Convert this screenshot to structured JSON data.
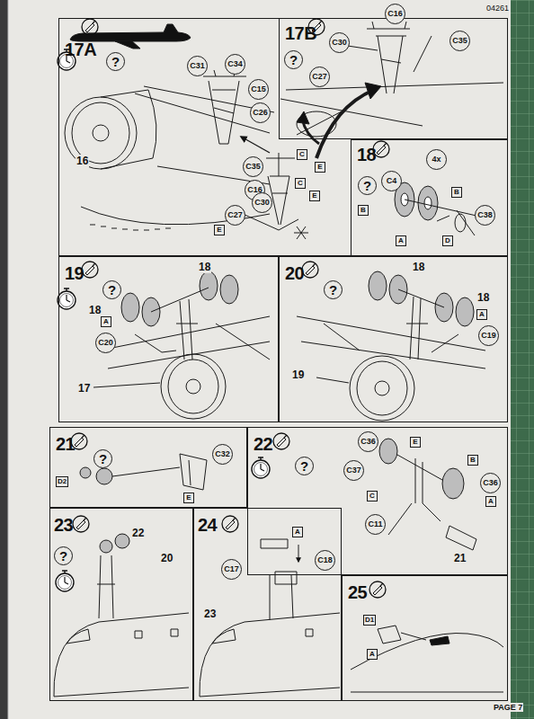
{
  "diagram": {
    "nodes": [
      {
        "text": [
          "17A"
        ]
      },
      {
        "text": [
          "17B"
        ]
      },
      {
        "text": [
          "18"
        ]
      },
      {
        "text": [
          "19"
        ]
      },
      {
        "text": [
          "20"
        ]
      },
      {
        "text": [
          "21"
        ]
      },
      {
        "text": [
          "22"
        ]
      },
      {
        "text": [
          "23"
        ]
      },
      {
        "text": [
          "24"
        ]
      },
      {
        "text": [
          "25"
        ]
      }
    ],
    "labels": [
      "04261",
      "?",
      "C31",
      "C34",
      "C15",
      "C26",
      "16",
      "C35",
      "C",
      "E",
      "C16",
      "C",
      "E",
      "C30",
      "C27",
      "E",
      "?",
      "C30",
      "C16",
      "C35",
      "C27",
      "4x",
      "?",
      "C4",
      "B",
      "B",
      "C38",
      "A",
      "D",
      "?",
      "18",
      "18",
      "A",
      "C20",
      "17",
      "?",
      "18",
      "18",
      "A",
      "19",
      "C19",
      "?",
      "C32",
      "D2",
      "E",
      "?",
      "C36",
      "E",
      "C37",
      "B",
      "C36",
      "C",
      "A",
      "C11",
      "21",
      "?",
      "22",
      "20",
      "A",
      "C17",
      "C18",
      "23",
      "D1",
      "A",
      "PAGE 7"
    ]
  }
}
